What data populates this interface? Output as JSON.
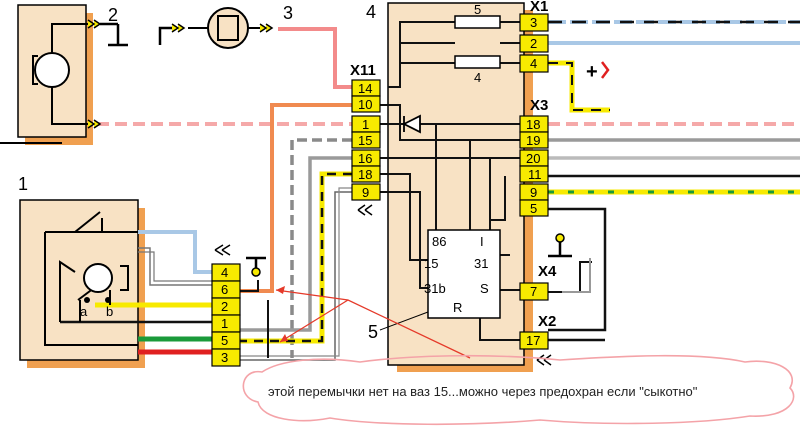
{
  "labels": {
    "n1": "1",
    "n2": "2",
    "n3": "3",
    "n4": "4",
    "n5": "5",
    "X11": "X11",
    "X1": "X1",
    "X3": "X3",
    "X4": "X4",
    "X2": "X2",
    "fuse_5": "5",
    "fuse_4": "4",
    "plus_sign": "+"
  },
  "relay": {
    "p86": "86",
    "pI": "I",
    "p15": "15",
    "p31": "31",
    "p31b": "31b",
    "pS": "S",
    "pR": "R"
  },
  "motor": {
    "a": "a",
    "b": "b"
  },
  "x11_pins": [
    "14",
    "10",
    "1",
    "15",
    "16",
    "18",
    "9"
  ],
  "x1_pins": [
    "3",
    "2",
    "4"
  ],
  "x3_pins": [
    "18",
    "19",
    "20",
    "11",
    "9",
    "5"
  ],
  "x4_pins": [
    "7"
  ],
  "x2_pins": [
    "17"
  ],
  "left_pins": [
    "4",
    "6",
    "2",
    "1",
    "5",
    "3"
  ],
  "annotation": "этой перемычки нет на ваз 15...можно через предохран если \"сыкотно\"",
  "colors": {
    "block_fill": "#f8e2c4",
    "shadow": "#f0a050",
    "pin_fill": "#f7ea00",
    "annotation_line": "#e53a2a",
    "cloud": "#f4a3a8"
  }
}
